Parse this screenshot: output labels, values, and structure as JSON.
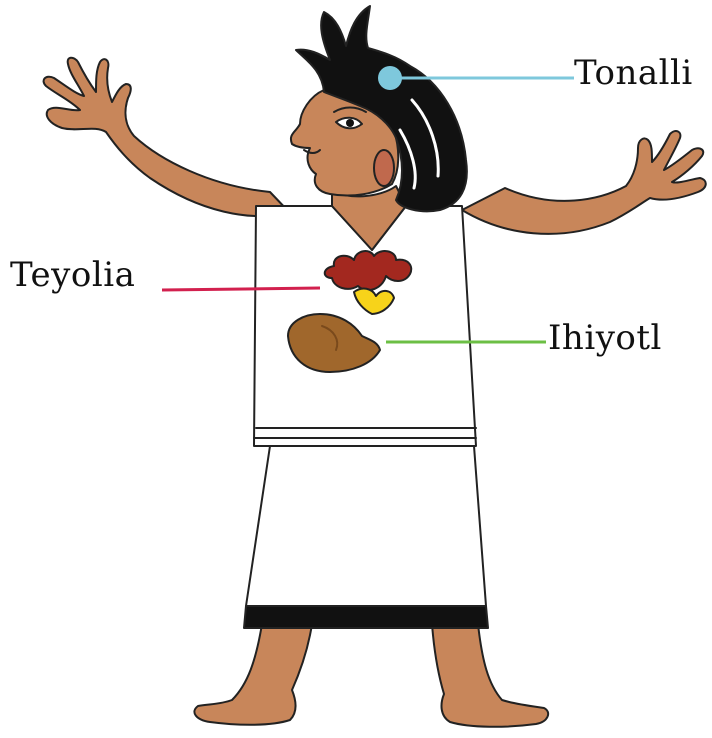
{
  "labels": {
    "tonalli": "Tonalli",
    "teyolia": "Teyolia",
    "ihiyotl": "Ihiyotl"
  },
  "colors": {
    "tonalli": "#7ec8dc",
    "teyolia": "#d2204e",
    "ihiyotl": "#6cbf45",
    "skin": "#c8865a",
    "hair": "#111111",
    "heart_red": "#a3281f",
    "heart_yellow": "#f7d31a",
    "liver": "#a0672c"
  }
}
